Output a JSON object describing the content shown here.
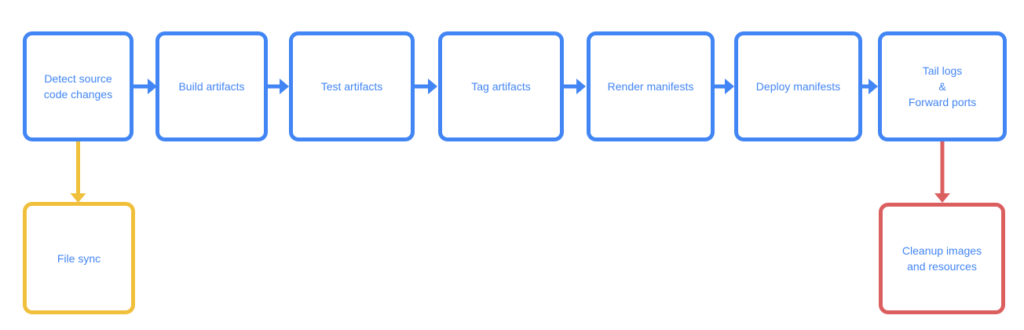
{
  "diagram": {
    "colors": {
      "blue": "#4285F4",
      "yellow": "#F0C03C",
      "red": "#DC5F5F",
      "text": "#4285F4",
      "background": "#FFFFFF"
    },
    "nodes": [
      {
        "id": "detect-source-code-changes",
        "label": "Detect source\ncode changes",
        "color": "blue"
      },
      {
        "id": "build-artifacts",
        "label": "Build artifacts",
        "color": "blue"
      },
      {
        "id": "test-artifacts",
        "label": "Test artifacts",
        "color": "blue"
      },
      {
        "id": "tag-artifacts",
        "label": "Tag artifacts",
        "color": "blue"
      },
      {
        "id": "render-manifests",
        "label": "Render manifests",
        "color": "blue"
      },
      {
        "id": "deploy-manifests",
        "label": "Deploy manifests",
        "color": "blue"
      },
      {
        "id": "tail-logs-forward-ports",
        "label": "Tail logs\n&\nForward ports",
        "color": "blue"
      },
      {
        "id": "file-sync",
        "label": "File sync",
        "color": "yellow"
      },
      {
        "id": "cleanup-images-and-resources",
        "label": "Cleanup images\nand resources",
        "color": "red"
      }
    ],
    "edges": [
      {
        "from": "detect-source-code-changes",
        "to": "build-artifacts",
        "color": "blue"
      },
      {
        "from": "build-artifacts",
        "to": "test-artifacts",
        "color": "blue"
      },
      {
        "from": "test-artifacts",
        "to": "tag-artifacts",
        "color": "blue"
      },
      {
        "from": "tag-artifacts",
        "to": "render-manifests",
        "color": "blue"
      },
      {
        "from": "render-manifests",
        "to": "deploy-manifests",
        "color": "blue"
      },
      {
        "from": "deploy-manifests",
        "to": "tail-logs-forward-ports",
        "color": "blue"
      },
      {
        "from": "detect-source-code-changes",
        "to": "file-sync",
        "color": "yellow"
      },
      {
        "from": "tail-logs-forward-ports",
        "to": "cleanup-images-and-resources",
        "color": "red"
      }
    ]
  }
}
